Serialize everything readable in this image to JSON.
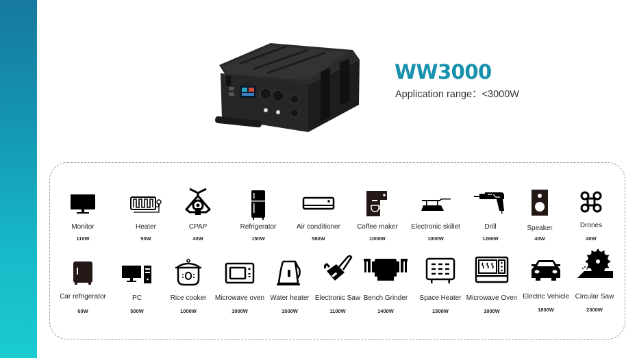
{
  "brand": {
    "sidebar_gradient": [
      "#16789f",
      "#1accd2"
    ],
    "accent": "#1690ad"
  },
  "header": {
    "model": "WW3000",
    "application_range": "Application range：<3000W"
  },
  "devices": {
    "row1": [
      {
        "name": "Monitor",
        "power": "110W",
        "icon": "monitor-icon"
      },
      {
        "name": "Heater",
        "power": "50W",
        "icon": "heater-icon"
      },
      {
        "name": "CPAP",
        "power": "40W",
        "icon": "cpap-icon"
      },
      {
        "name": "Refrigerator",
        "power": "150W",
        "icon": "refrigerator-icon"
      },
      {
        "name": "Air conditioner",
        "power": "580W",
        "icon": "air-conditioner-icon"
      },
      {
        "name": "Coffee maker",
        "power": "1000W",
        "icon": "coffee-maker-icon"
      },
      {
        "name": "Electronic skillet",
        "power": "1000W",
        "icon": "skillet-icon"
      },
      {
        "name": "Drill",
        "power": "1260W",
        "icon": "drill-icon"
      },
      {
        "name": "Speaker",
        "power": "40W",
        "icon": "speaker-icon"
      },
      {
        "name": "Drones",
        "power": "40W",
        "icon": "drone-icon"
      }
    ],
    "row2": [
      {
        "name": "Car refrigerator",
        "power": "60W",
        "icon": "car-refrigerator-icon"
      },
      {
        "name": "PC",
        "power": "500W",
        "icon": "pc-icon"
      },
      {
        "name": "Rice cooker",
        "power": "1000W",
        "icon": "rice-cooker-icon"
      },
      {
        "name": "Microwave oven",
        "power": "1000W",
        "icon": "microwave-icon"
      },
      {
        "name": "Water heater",
        "power": "1500W",
        "icon": "kettle-icon"
      },
      {
        "name": "Electronic Saw",
        "power": "1100W",
        "icon": "chainsaw-icon"
      },
      {
        "name": "Bench Grinder",
        "power": "1400W",
        "icon": "bench-grinder-icon"
      },
      {
        "name": "Space Heater",
        "power": "1500W",
        "icon": "space-heater-icon"
      },
      {
        "name": "Microwave Oven",
        "power": "1000W",
        "icon": "oven-icon"
      },
      {
        "name": "Electric Vehicle",
        "power": "1800W",
        "icon": "car-icon"
      },
      {
        "name": "Circular Saw",
        "power": "2300W",
        "icon": "circular-saw-icon"
      }
    ]
  }
}
